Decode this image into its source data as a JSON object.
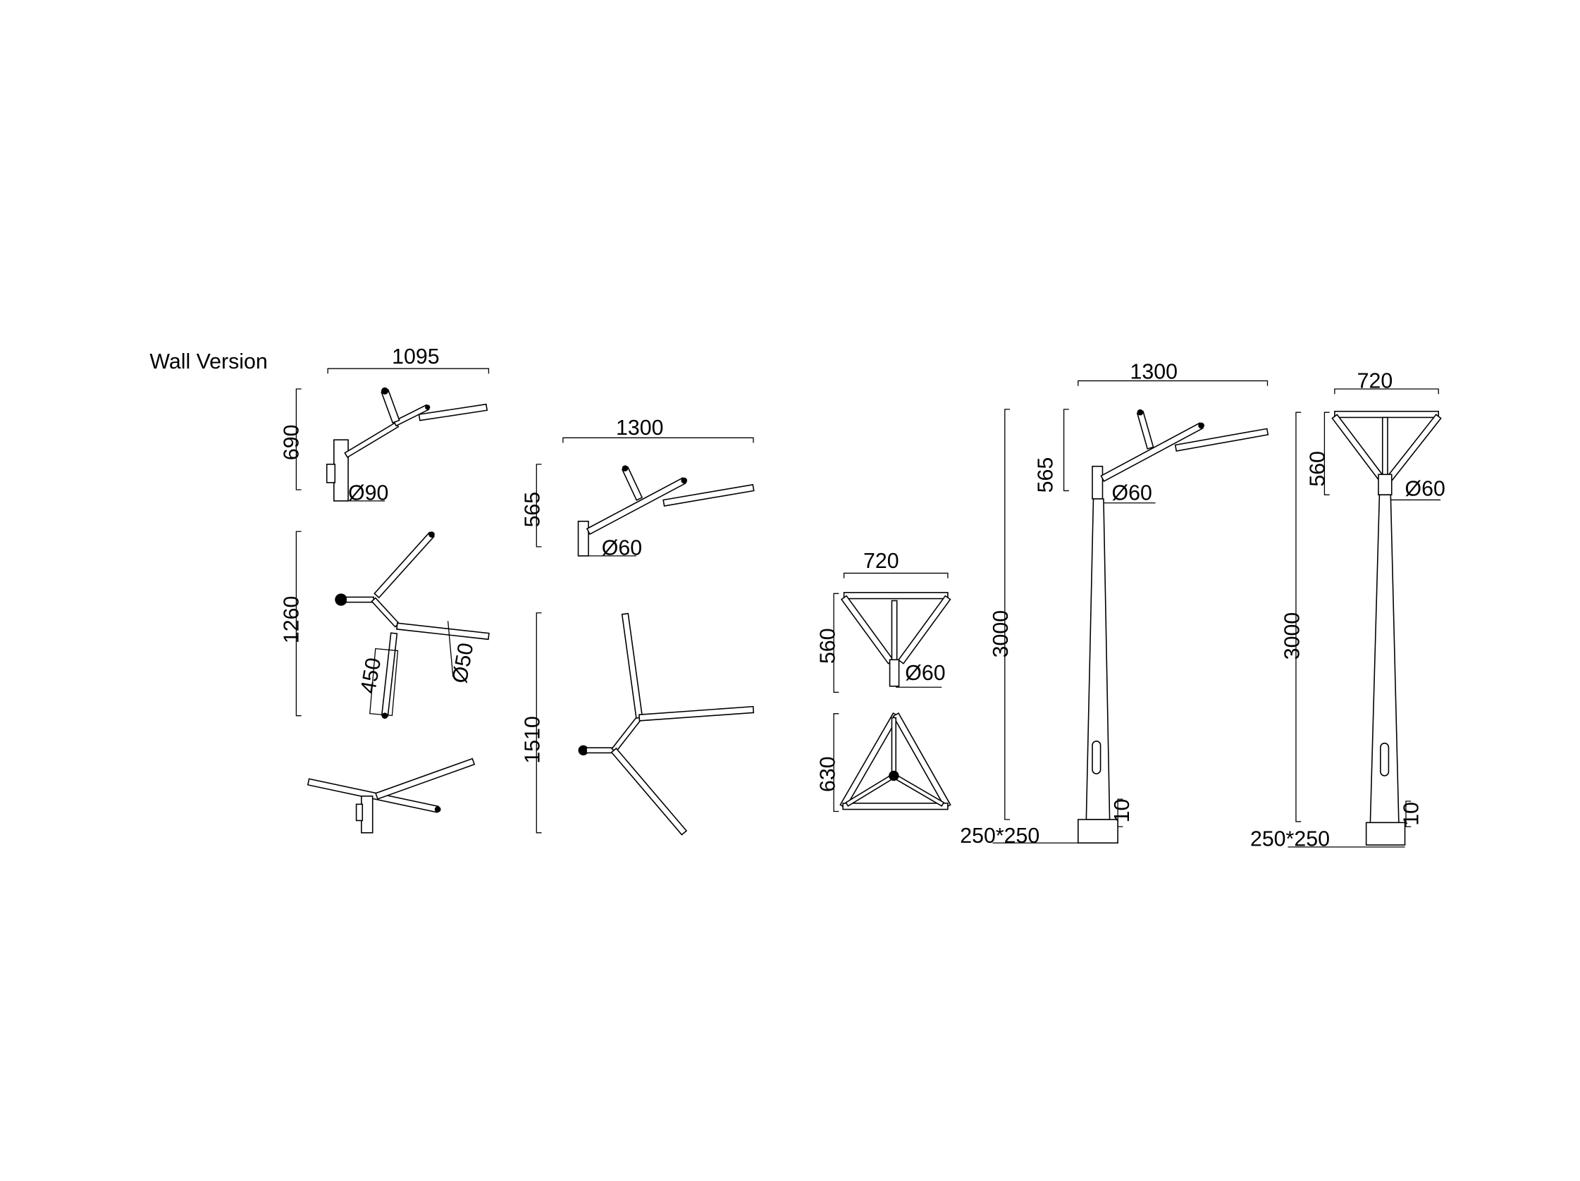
{
  "title": "Wall Version",
  "wall_side_view": {
    "width": "1095",
    "height": "690",
    "diameter": "Ø90"
  },
  "wall_top_view": {
    "height": "1260",
    "arm_length": "450",
    "tube_diameter": "Ø50"
  },
  "large_side_view": {
    "width": "1300",
    "height": "565",
    "diameter": "Ø60"
  },
  "large_top_view": {
    "height": "1510"
  },
  "triangle_front_view": {
    "width": "720",
    "height": "560",
    "diameter": "Ø60"
  },
  "triangle_top_view": {
    "height": "630"
  },
  "pole_branch": {
    "width": "1300",
    "head_height": "565",
    "diameter": "Ø60",
    "pole_height": "3000",
    "base_thickness": "10",
    "base_size": "250*250"
  },
  "pole_triangle": {
    "width": "720",
    "head_height": "560",
    "diameter": "Ø60",
    "pole_height": "3000",
    "base_thickness": "10",
    "base_size": "250*250"
  }
}
